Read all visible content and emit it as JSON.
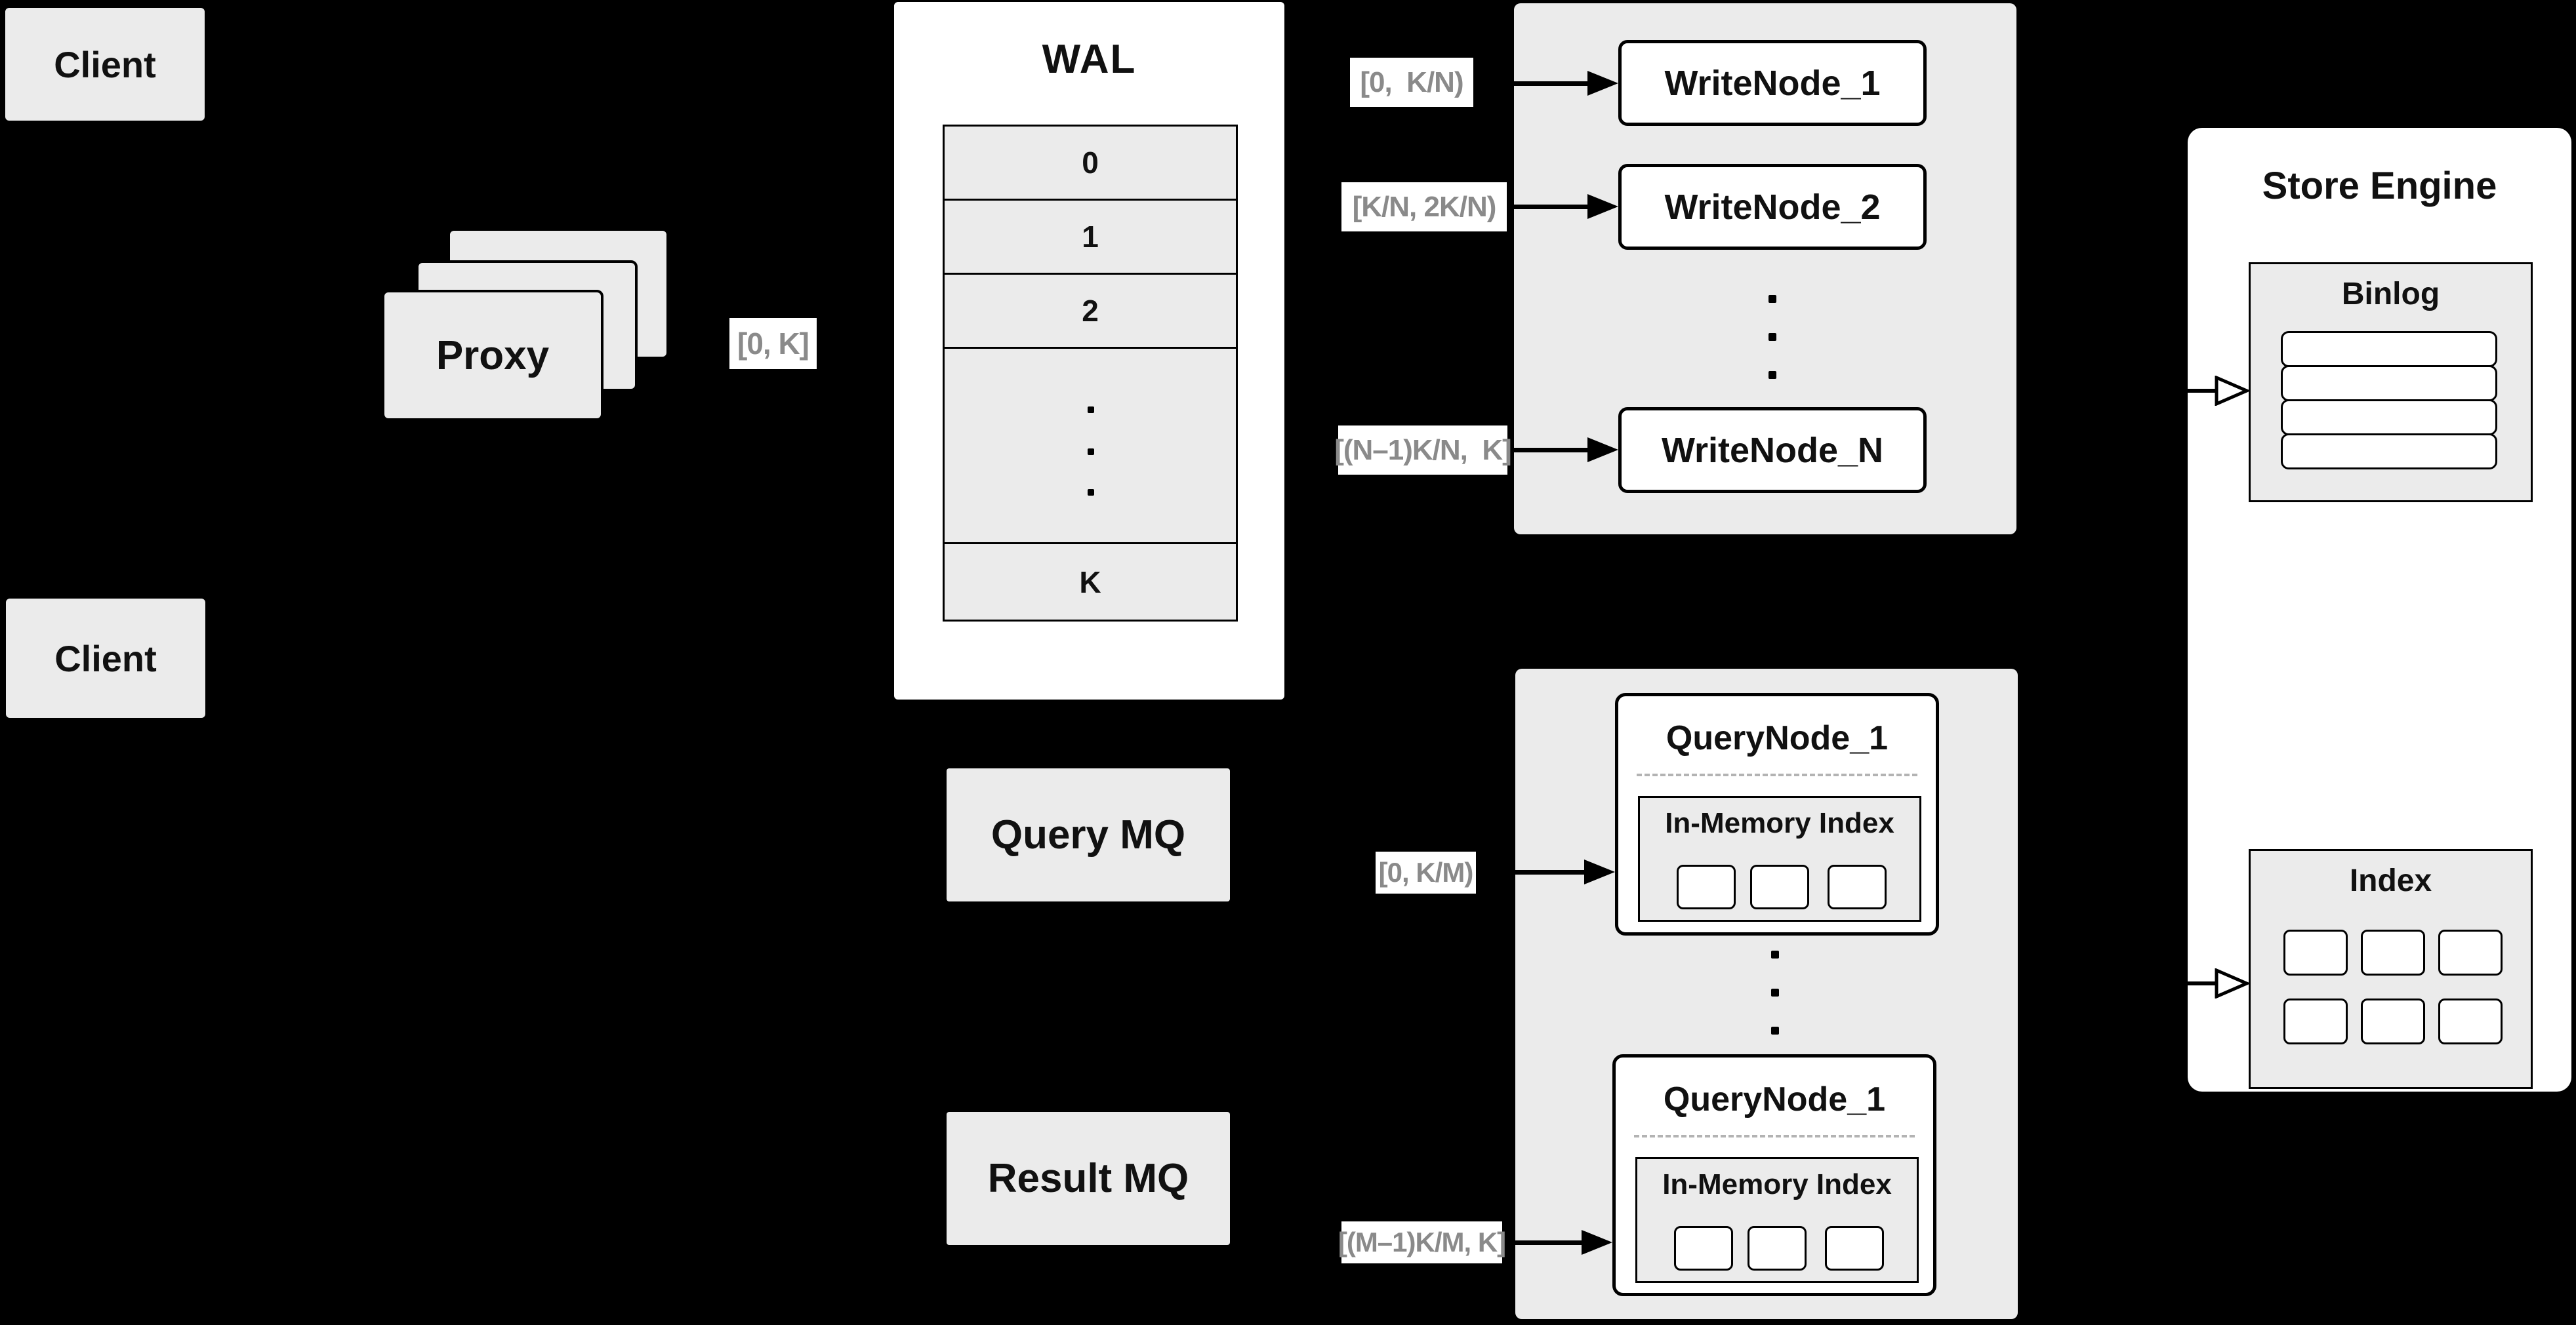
{
  "colors": {
    "background": "#000000",
    "box_fill": "#ebebeb",
    "card_fill": "#ffffff",
    "line": "#000000",
    "range_text": "#8a8a8a"
  },
  "clients": {
    "top": "Client",
    "bottom": "Client"
  },
  "proxy": {
    "label": "Proxy",
    "range": "[0, K]"
  },
  "wal": {
    "title": "WAL",
    "rows": [
      "0",
      "1",
      "2",
      "K"
    ]
  },
  "write_group": {
    "nodes": [
      {
        "range": "[0,  K/N)",
        "name": "WriteNode_1"
      },
      {
        "range": "[K/N, 2K/N)",
        "name": "WriteNode_2"
      },
      {
        "range": "[(N–1)K/N,  K]",
        "name": "WriteNode_N"
      }
    ]
  },
  "mq": {
    "query": "Query MQ",
    "result": "Result MQ"
  },
  "query_group": {
    "nodes": [
      {
        "range": "[0, K/M)",
        "name": "QueryNode_1",
        "inner": "In-Memory Index"
      },
      {
        "range": "[(M–1)K/M, K]",
        "name": "QueryNode_1",
        "inner": "In-Memory Index"
      }
    ]
  },
  "store_engine": {
    "title": "Store Engine",
    "binlog": "Binlog",
    "index": "Index"
  }
}
